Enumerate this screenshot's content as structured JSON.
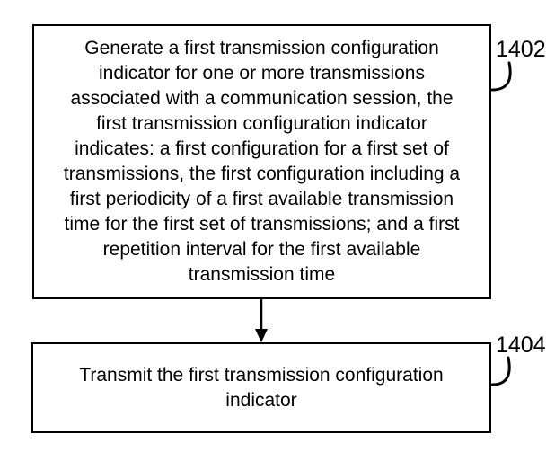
{
  "figure": {
    "background_color": "#ffffff",
    "line_color": "#000000",
    "boxes": [
      {
        "ref": "1402",
        "text": "Generate a first transmission configuration\nindicator for one or more transmissions\nassociated with a communication session, the\nfirst transmission configuration indicator\nindicates: a first configuration for a first set of\ntransmissions, the first configuration including a\nfirst periodicity of a first available transmission\ntime for the first set of transmissions; and a first\nrepetition interval for the first available\ntransmission time"
      },
      {
        "ref": "1404",
        "text": "Transmit the first transmission configuration\nindicator"
      }
    ]
  }
}
